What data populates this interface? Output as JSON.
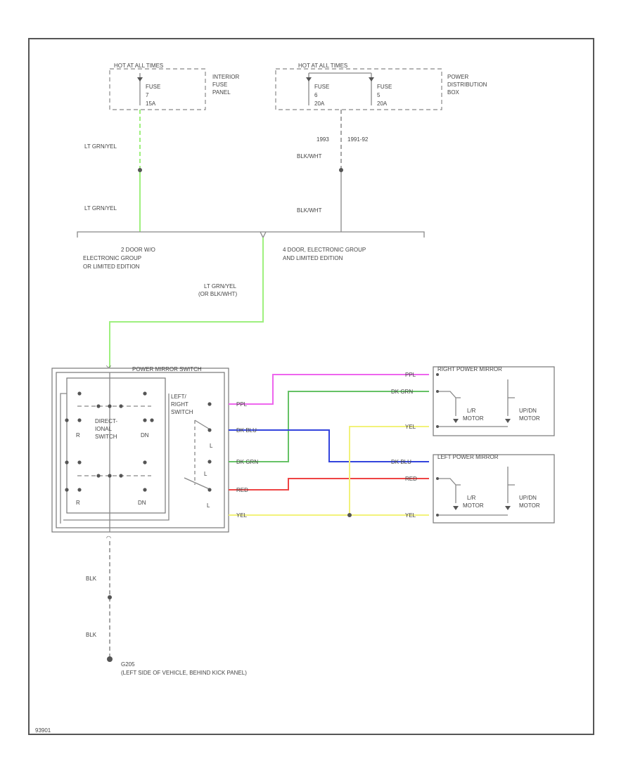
{
  "fuse_panels": {
    "left_header": "HOT AT ALL TIMES",
    "left_fuse_label": "FUSE",
    "left_fuse_num": "7",
    "left_fuse_amp": "15A",
    "left_panel_name": [
      "INTERIOR",
      "FUSE",
      "PANEL"
    ],
    "right_header": "HOT AT ALL TIMES",
    "right_fuse_a": [
      "FUSE",
      "6",
      "20A"
    ],
    "right_fuse_b": [
      "FUSE",
      "5",
      "20A"
    ],
    "right_panel_name": [
      "POWER",
      "DISTRIBUTION",
      "BOX"
    ]
  },
  "feeds": {
    "left_wire_upper": "LT GRN/YEL",
    "left_wire_lower": "LT GRN/YEL",
    "year_1993": "1993",
    "year_1991_92": "1991-92",
    "right_wire_upper": "BLK/WHT",
    "right_wire_lower": "BLK/WHT",
    "option_left": [
      "2 DOOR W/O",
      "ELECTRONIC GROUP",
      "OR LIMITED EDITION"
    ],
    "option_right": [
      "4 DOOR, ELECTRONIC GROUP",
      "AND LIMITED EDITION"
    ],
    "merged_wire": [
      "LT GRN/YEL",
      "(OR BLK/WHT)"
    ]
  },
  "switch": {
    "title": "POWER MIRROR SWITCH",
    "directional_label": [
      "DIRECT-",
      "IONAL",
      "SWITCH"
    ],
    "pos_r_top": "R",
    "pos_dn_top": "DN",
    "pos_r_bottom": "R",
    "pos_dn_bottom": "DN",
    "lr_label": [
      "LEFT/",
      "RIGHT",
      "SWITCH"
    ],
    "pos_l_top": "L",
    "pos_l_mid": "L",
    "pos_l_bottom": "L"
  },
  "wires": {
    "left_labels": [
      "PPL",
      "DK BLU",
      "DK GRN",
      "RED",
      "YEL"
    ],
    "right_labels": [
      "PPL",
      "DK GRN",
      "YEL",
      "DK BLU",
      "RED",
      "YEL"
    ]
  },
  "mirrors": {
    "right_title": "RIGHT POWER MIRROR",
    "right_lr_motor": [
      "L/R",
      "MOTOR"
    ],
    "right_updn_motor": [
      "UP/DN",
      "MOTOR"
    ],
    "left_title": "LEFT POWER MIRROR",
    "left_lr_motor": [
      "L/R",
      "MOTOR"
    ],
    "left_updn_motor": [
      "UP/DN",
      "MOTOR"
    ]
  },
  "ground": {
    "wire_upper": "BLK",
    "wire_lower": "BLK",
    "id": "G205",
    "location": "(LEFT SIDE OF VEHICLE, BEHIND KICK PANEL)"
  },
  "figure_id": "93901",
  "colors": {
    "lt_grn_yel": "#9ef07e",
    "ppl": "#ee66ee",
    "dk_grn": "#66c266",
    "dk_blu": "#3344dd",
    "red": "#ee4444",
    "yel": "#f2f27a"
  }
}
